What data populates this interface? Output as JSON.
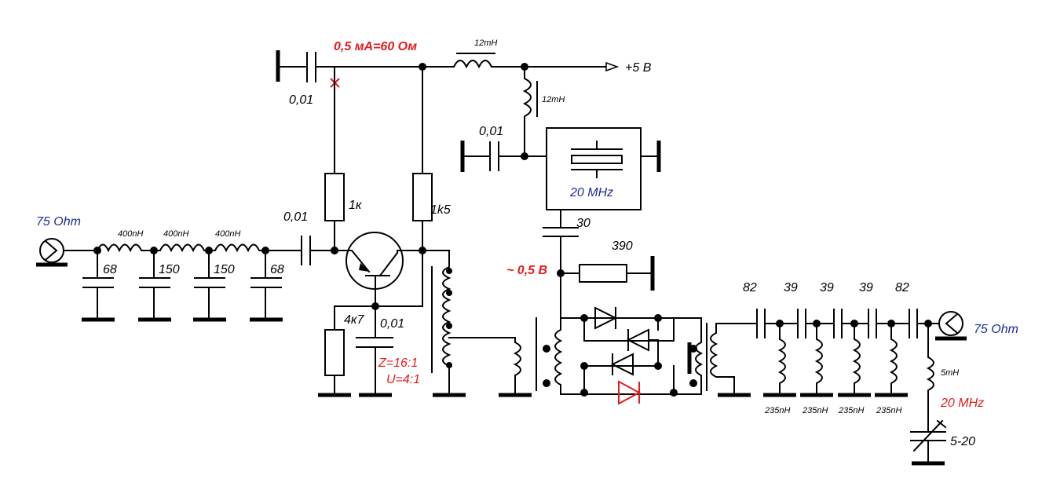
{
  "colors": {
    "wire": "#000000",
    "red": "#e41b1b",
    "blue": "#1c2a9c",
    "background": "#ffffff"
  },
  "input_port": {
    "impedance": "75 Ohm"
  },
  "output_port": {
    "impedance": "75 Ohm"
  },
  "lpf": {
    "inductors": [
      "400nH",
      "400nH",
      "400nH"
    ],
    "capacitors": [
      "68",
      "150",
      "150",
      "68"
    ]
  },
  "coupling_cap": "0,01",
  "supply": {
    "decoupling_cap": "0,01",
    "current_note": "0,5 мА=60 Ом",
    "choke": "12mH",
    "voltage": "+5 В"
  },
  "amplifier": {
    "base_resistor": "1к",
    "collector_resistor": "1k5",
    "emitter_resistor": "4к7",
    "emitter_cap": "0,01",
    "transformer_impedance": "Z=16:1",
    "transformer_voltage": "U=4:1"
  },
  "reference": {
    "choke": "12mH",
    "decoupling_cap": "0,01",
    "crystal_frequency": "20 MHz",
    "coupling_cap": "30",
    "bias_resistor": "390",
    "bias_voltage": "~ 0,5 В"
  },
  "bpf": {
    "series_caps": [
      "82",
      "39",
      "39",
      "39",
      "82"
    ],
    "shunt_inductors": [
      "235nH",
      "235nH",
      "235nH",
      "235nH"
    ]
  },
  "trap": {
    "inductor": "5mH",
    "frequency": "20  MHz",
    "trimmer": "5-20"
  }
}
